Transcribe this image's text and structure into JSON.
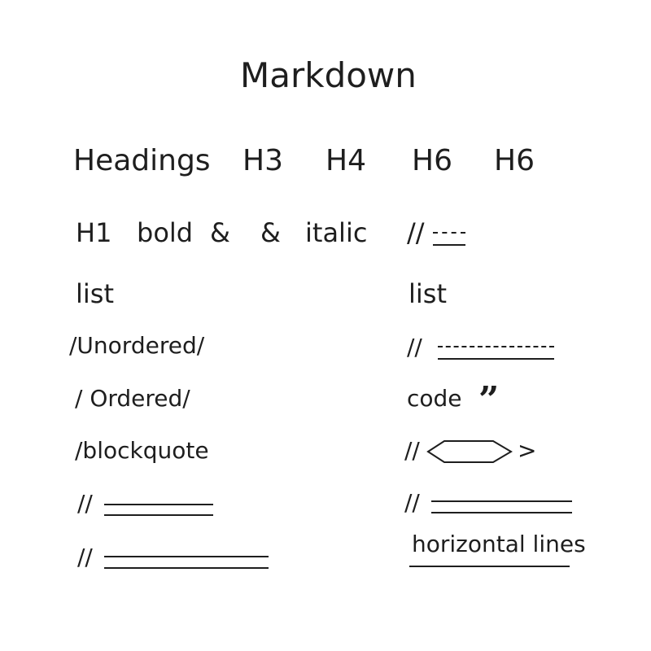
{
  "title": "Markdown",
  "headings_row": {
    "label": "Headings",
    "h3": "H3",
    "h4": "H4",
    "h6a": "H6",
    "h6b": "H6"
  },
  "format_row": {
    "h1": "H1",
    "bold": "bold",
    "amp1": "&",
    "amp2": "&",
    "italic": "italic",
    "slashes": "//"
  },
  "left_column": {
    "list": "list",
    "unordered": "/Unordered/",
    "ordered": "/ Ordered/",
    "blockquote": "/blockquote",
    "rule1_prefix": "//",
    "rule2_prefix": "//"
  },
  "right_column": {
    "list": "list",
    "dashes_prefix": "//",
    "code": "code",
    "quote_mark": "”",
    "angle_prefix": "//",
    "angle_suffix": ">",
    "rule_prefix": "//",
    "horizontal_lines": "horizontal lines"
  }
}
